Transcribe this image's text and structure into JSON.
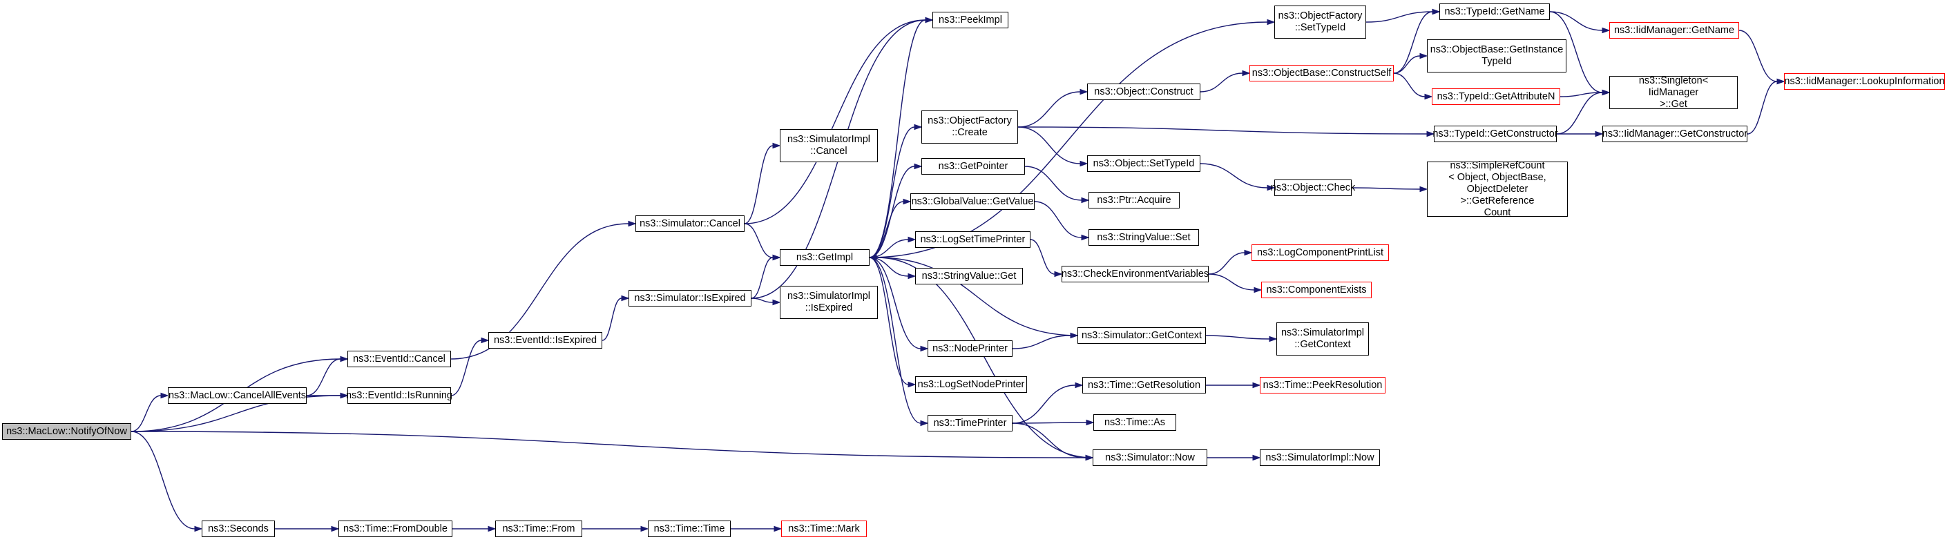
{
  "diagram": {
    "colors": {
      "edge": "#191970",
      "border": "#000000",
      "truncated_border": "#ff0000",
      "focus_fill": "#bfbfbf",
      "background": "#ffffff"
    },
    "nodes": [
      {
        "id": "n1",
        "label": "ns3::MacLow::NotifyOfNow",
        "style": "focus"
      },
      {
        "id": "n2",
        "label": "ns3::EventId::Cancel"
      },
      {
        "id": "n3",
        "label": "ns3::MacLow::CancelAllEvents"
      },
      {
        "id": "n4",
        "label": "ns3::EventId::IsRunning"
      },
      {
        "id": "n5",
        "label": "ns3::Simulator::Now"
      },
      {
        "id": "n6",
        "label": "ns3::Seconds"
      },
      {
        "id": "n7",
        "label": "ns3::Simulator::Cancel"
      },
      {
        "id": "n8",
        "label": "ns3::EventId::IsExpired"
      },
      {
        "id": "n9",
        "label": "ns3::Simulator::IsExpired"
      },
      {
        "id": "n10",
        "label": "ns3::GetImpl"
      },
      {
        "id": "n11",
        "label": "ns3::SimulatorImpl\n::Cancel"
      },
      {
        "id": "n12",
        "label": "ns3::SimulatorImpl\n::IsExpired"
      },
      {
        "id": "n13",
        "label": "ns3::PeekImpl"
      },
      {
        "id": "n14",
        "label": "ns3::ObjectFactory\n::Create"
      },
      {
        "id": "n15",
        "label": "ns3::GetPointer"
      },
      {
        "id": "n16",
        "label": "ns3::GlobalValue::GetValue"
      },
      {
        "id": "n17",
        "label": "ns3::LogSetTimePrinter"
      },
      {
        "id": "n18",
        "label": "ns3::StringValue::Get"
      },
      {
        "id": "n19",
        "label": "ns3::NodePrinter"
      },
      {
        "id": "n20",
        "label": "ns3::LogSetNodePrinter"
      },
      {
        "id": "n21",
        "label": "ns3::TimePrinter"
      },
      {
        "id": "n22",
        "label": "ns3::ObjectFactory\n::SetTypeId"
      },
      {
        "id": "n23",
        "label": "ns3::Object::Construct"
      },
      {
        "id": "n24",
        "label": "ns3::Object::SetTypeId"
      },
      {
        "id": "n25",
        "label": "ns3::Ptr::Acquire"
      },
      {
        "id": "n26",
        "label": "ns3::StringValue::Set"
      },
      {
        "id": "n27",
        "label": "ns3::CheckEnvironmentVariables"
      },
      {
        "id": "n28",
        "label": "ns3::Simulator::GetContext"
      },
      {
        "id": "n29",
        "label": "ns3::Time::GetResolution"
      },
      {
        "id": "n30",
        "label": "ns3::Time::As"
      },
      {
        "id": "n31",
        "label": "ns3::TypeId::GetName"
      },
      {
        "id": "n32",
        "label": "ns3::ObjectBase::ConstructSelf",
        "style": "truncated"
      },
      {
        "id": "n33",
        "label": "ns3::TypeId::GetConstructor"
      },
      {
        "id": "n34",
        "label": "ns3::Object::Check"
      },
      {
        "id": "n35",
        "label": "ns3::SimulatorImpl\n::GetContext"
      },
      {
        "id": "n36",
        "label": "ns3::Time::PeekResolution",
        "style": "truncated"
      },
      {
        "id": "n37",
        "label": "ns3::SimulatorImpl::Now"
      },
      {
        "id": "n38",
        "label": "ns3::ObjectBase::GetInstance\nTypeId"
      },
      {
        "id": "n39",
        "label": "ns3::TypeId::GetAttributeN",
        "style": "truncated"
      },
      {
        "id": "n40",
        "label": "ns3::LogComponentPrintList",
        "style": "truncated"
      },
      {
        "id": "n41",
        "label": "ns3::ComponentExists",
        "style": "truncated"
      },
      {
        "id": "n42",
        "label": "ns3::SimpleRefCount\n< Object, ObjectBase,\n ObjectDeleter >::GetReference\nCount"
      },
      {
        "id": "n43",
        "label": "ns3::IidManager::GetName",
        "style": "truncated"
      },
      {
        "id": "n44",
        "label": "ns3::Singleton< IidManager\n >::Get"
      },
      {
        "id": "n45",
        "label": "ns3::IidManager::GetConstructor"
      },
      {
        "id": "n46",
        "label": "ns3::IidManager::LookupInformation",
        "style": "truncated"
      },
      {
        "id": "n47",
        "label": "ns3::Time::FromDouble"
      },
      {
        "id": "n48",
        "label": "ns3::Time::From"
      },
      {
        "id": "n49",
        "label": "ns3::Time::Time"
      },
      {
        "id": "n50",
        "label": "ns3::Time::Mark",
        "style": "truncated"
      }
    ],
    "edges": [
      [
        "n1",
        "n2"
      ],
      [
        "n1",
        "n3"
      ],
      [
        "n1",
        "n4"
      ],
      [
        "n1",
        "n5"
      ],
      [
        "n1",
        "n6"
      ],
      [
        "n3",
        "n2"
      ],
      [
        "n3",
        "n4"
      ],
      [
        "n2",
        "n7"
      ],
      [
        "n4",
        "n8"
      ],
      [
        "n8",
        "n9"
      ],
      [
        "n7",
        "n10"
      ],
      [
        "n7",
        "n11"
      ],
      [
        "n7",
        "n13"
      ],
      [
        "n9",
        "n10"
      ],
      [
        "n9",
        "n12"
      ],
      [
        "n9",
        "n13"
      ],
      [
        "n10",
        "n13"
      ],
      [
        "n10",
        "n14"
      ],
      [
        "n10",
        "n15"
      ],
      [
        "n10",
        "n16"
      ],
      [
        "n10",
        "n17"
      ],
      [
        "n10",
        "n18"
      ],
      [
        "n10",
        "n19"
      ],
      [
        "n10",
        "n20"
      ],
      [
        "n10",
        "n21"
      ],
      [
        "n10",
        "n22"
      ],
      [
        "n14",
        "n23"
      ],
      [
        "n14",
        "n24"
      ],
      [
        "n14",
        "n33"
      ],
      [
        "n15",
        "n25"
      ],
      [
        "n16",
        "n26"
      ],
      [
        "n17",
        "n27"
      ],
      [
        "n19",
        "n28"
      ],
      [
        "n28",
        "n10"
      ],
      [
        "n28",
        "n35"
      ],
      [
        "n21",
        "n29"
      ],
      [
        "n21",
        "n30"
      ],
      [
        "n21",
        "n5"
      ],
      [
        "n5",
        "n10"
      ],
      [
        "n5",
        "n37"
      ],
      [
        "n29",
        "n36"
      ],
      [
        "n22",
        "n31"
      ],
      [
        "n23",
        "n32"
      ],
      [
        "n32",
        "n31"
      ],
      [
        "n32",
        "n38"
      ],
      [
        "n32",
        "n39"
      ],
      [
        "n24",
        "n34"
      ],
      [
        "n34",
        "n42"
      ],
      [
        "n27",
        "n40"
      ],
      [
        "n27",
        "n41"
      ],
      [
        "n31",
        "n43"
      ],
      [
        "n31",
        "n44"
      ],
      [
        "n39",
        "n44"
      ],
      [
        "n33",
        "n44"
      ],
      [
        "n33",
        "n45"
      ],
      [
        "n43",
        "n46"
      ],
      [
        "n45",
        "n46"
      ],
      [
        "n6",
        "n47"
      ],
      [
        "n47",
        "n48"
      ],
      [
        "n48",
        "n49"
      ],
      [
        "n49",
        "n50"
      ]
    ]
  }
}
